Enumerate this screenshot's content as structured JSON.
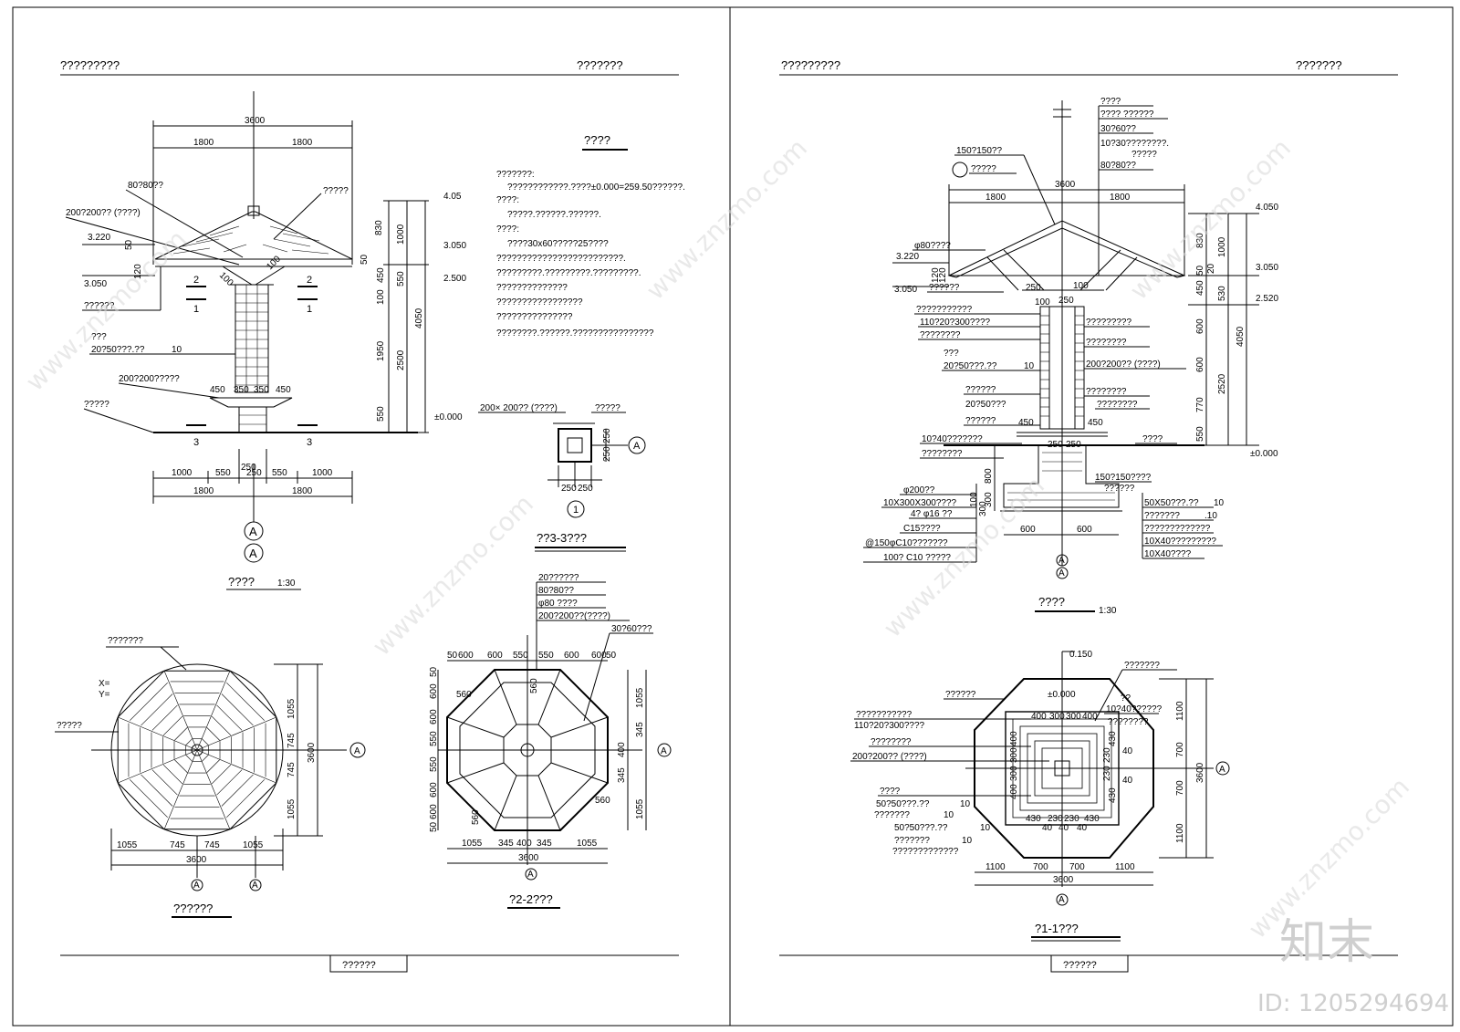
{
  "sheets": [
    {
      "header_left": "?????????",
      "header_right": "???????",
      "footer": "??????"
    },
    {
      "header_left": "?????????",
      "header_right": "???????",
      "footer": "??????"
    }
  ],
  "left_elevation": {
    "title": "????",
    "scale": "1:30",
    "dims_top": [
      "3600",
      "1800",
      "1800"
    ],
    "dims_bottom_row1": [
      "1000",
      "550",
      "250",
      "550",
      "1000"
    ],
    "dims_bottom_row2": [
      "1800",
      "1800"
    ],
    "dim_250": "250",
    "elev_labels": [
      "4.05",
      "3.050",
      "2.500",
      "±0.000",
      "3.220",
      "3.050"
    ],
    "right_dims": [
      "830",
      "1000",
      "50",
      "450",
      "550",
      "100",
      "1950",
      "2500",
      "4050",
      "550"
    ],
    "left_dims": [
      "50",
      "120"
    ],
    "base_dims": [
      "450",
      "350",
      "350",
      "450"
    ],
    "callouts": [
      "80?80??",
      "200?200?? (????)",
      "?????",
      "??????",
      "???",
      "20?50???.??",
      "10",
      "200?200?????",
      "?????"
    ],
    "section_marks": [
      "2",
      "2",
      "1",
      "1",
      "3",
      "3"
    ],
    "angle_marks": [
      "100",
      "100"
    ],
    "axis": "A"
  },
  "notes": {
    "title": "????",
    "lines": [
      "???????:",
      "????????????.????±0.000=259.50??????.",
      "????:",
      "?????.??????.??????.",
      "????:",
      "????30x60?????25????",
      "?????????????????????????.",
      "?????????.?????????.?????????.",
      "??????????????",
      "?????????????????",
      "???????????????",
      "????????.??????.????????????????"
    ]
  },
  "detail_section": {
    "callout": "200× 200?? (????)",
    "label": "?????",
    "dims": [
      "250",
      "250",
      "250",
      "250"
    ],
    "mark_num": "1",
    "axis": "A",
    "title": "??3-3???"
  },
  "roof_plan": {
    "title": "??????",
    "labels": [
      "???????",
      "X=",
      "Y=",
      "?????"
    ],
    "dims_bottom": [
      "1055",
      "745",
      "745",
      "1055"
    ],
    "total": "3600",
    "dims_right": [
      "1055",
      "745",
      "745",
      "1055"
    ],
    "axis": "A"
  },
  "section22": {
    "title": "?2-2???",
    "callouts": [
      "20??????",
      "80?80??",
      "φ80 ????",
      "200?200??(????)",
      "30?60???"
    ],
    "dims_top": [
      "50",
      "600",
      "600",
      "550",
      "550",
      "600",
      "600",
      "50"
    ],
    "dims_left": [
      "50",
      "600",
      "600",
      "550",
      "550",
      "600",
      "600",
      "50"
    ],
    "dims_right": [
      "1055",
      "345",
      "400",
      "345",
      "1055"
    ],
    "dims_bottom": [
      "1055",
      "345",
      "400",
      "345",
      "1055"
    ],
    "total": "3600",
    "inner": [
      "560",
      "560",
      "560",
      "560"
    ],
    "axis": "A"
  },
  "right_elevation": {
    "title": "????",
    "scale": "1:30",
    "dims_top": [
      "3600",
      "1800",
      "1800"
    ],
    "elev_labels": [
      "4.050",
      "3.050",
      "2.520",
      "±0.000",
      "3.220",
      "3.050"
    ],
    "right_dims": [
      "830",
      "1000",
      "50",
      "20",
      "450",
      "530",
      "600",
      "600",
      "2520",
      "4050",
      "770",
      "550"
    ],
    "left_dims": [
      "120",
      "120"
    ],
    "post_dims": [
      "250",
      "100",
      "100",
      "250"
    ],
    "callouts_top": [
      "????",
      "???? ??????",
      "30?60??",
      "10?30????????.",
      "?????",
      "80?80??"
    ],
    "callouts_left": [
      "150?150??",
      "?????",
      "φ80????",
      "??????",
      "???????????",
      "110?20?300????",
      "????????",
      "???",
      "20?50???.??",
      "10",
      "??????",
      "20?50???",
      "??????",
      "10?40???????",
      "????????"
    ],
    "callouts_right": [
      "?????????",
      "????????",
      "200?200?? (????)",
      "????????",
      "????????",
      "????"
    ],
    "found_left": [
      "φ200??",
      "10X300X300????",
      "4?  φ16 ??",
      "C15????",
      "@150φC10???????",
      "100?  C10     ?????"
    ],
    "found_right": [
      "150?150????",
      "??????",
      "50X50???.??",
      "10",
      "???????",
      ".10",
      "?????????????",
      "10X40?????????",
      "10X40????"
    ],
    "found_dims": [
      "800",
      "300",
      "100",
      "300",
      "600",
      "600"
    ],
    "base_dims": [
      "450",
      "450",
      "250",
      "250"
    ],
    "axis": "A"
  },
  "section11": {
    "title": "?1-1???",
    "elev_top": "0.150",
    "elev_mid": "±0.000",
    "callouts_left": [
      "??????",
      "???????????",
      "110?20?300????",
      "????????",
      "200?200?? (????)",
      "????",
      "50?50???.??",
      "10",
      "???????",
      "10",
      "50?50???.??",
      "10",
      "???????",
      "10",
      "?????????????"
    ],
    "callouts_right": [
      "???????",
      "??",
      "10?40??????",
      "????????"
    ],
    "dims_top": [
      "400",
      "300",
      "300",
      "400"
    ],
    "dims_side": [
      "400",
      "300",
      "300",
      "400"
    ],
    "dims_right": [
      "1100",
      "700",
      "700",
      "1100"
    ],
    "total": "3600",
    "dims_bottom": [
      "1100",
      "700",
      "700",
      "1100"
    ],
    "inner_bottom": [
      "430",
      "230",
      "230",
      "430",
      "40",
      "40",
      "40"
    ],
    "inner_right": [
      "430",
      "230",
      "230",
      "430",
      "40",
      "40"
    ],
    "axis": "A"
  },
  "watermark": {
    "site": "www.znzmo.com",
    "brand": "知末",
    "id_label": "ID: 1205294694"
  }
}
